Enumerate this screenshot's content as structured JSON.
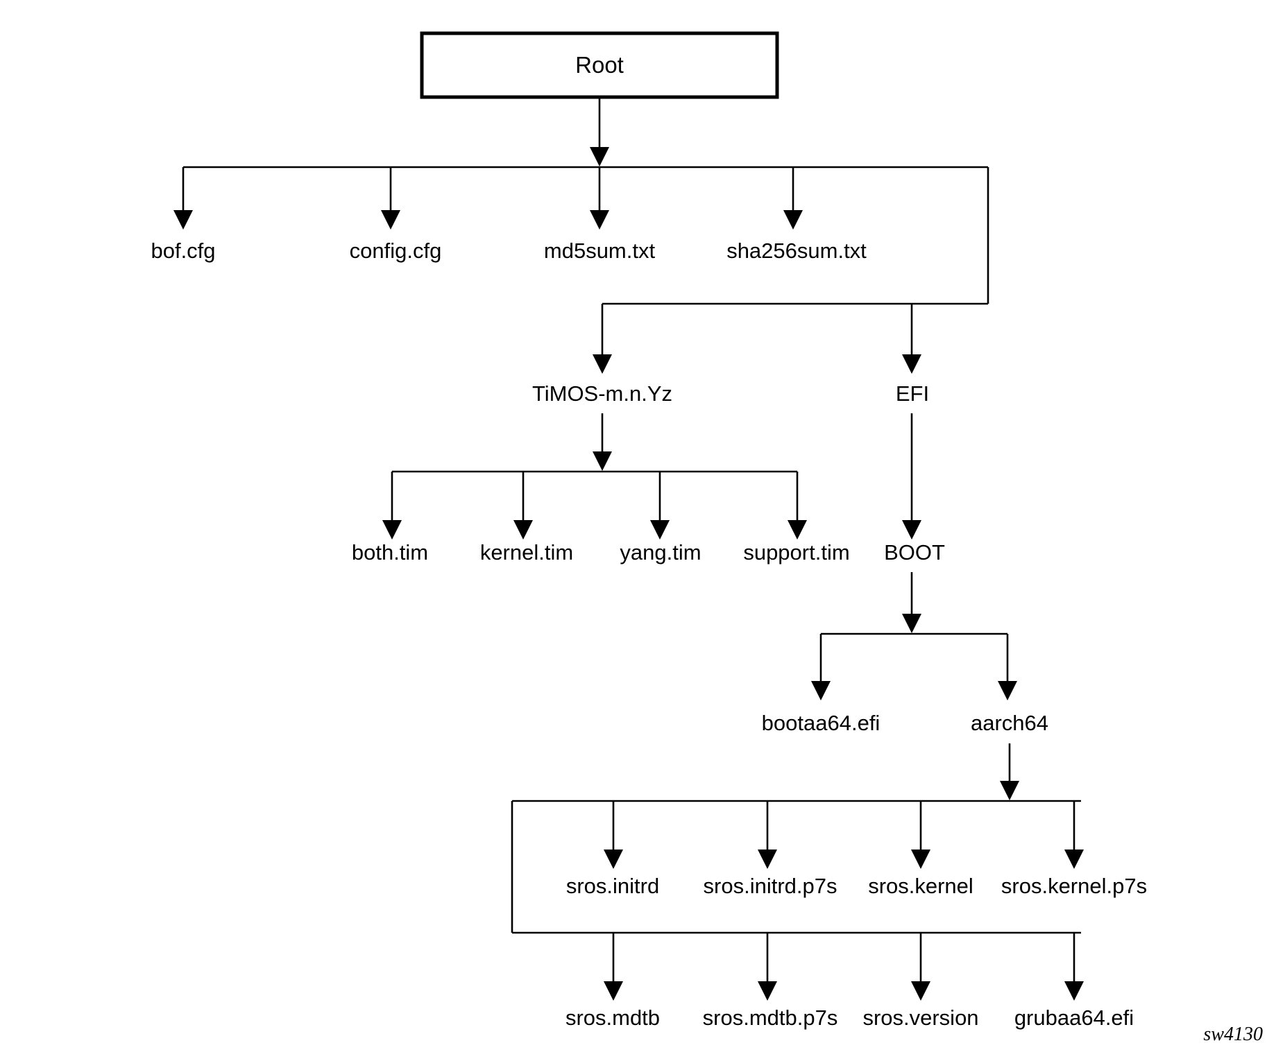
{
  "figure": {
    "id_label": "sw4130",
    "title": "Root",
    "background_color": "#ffffff",
    "line_color": "#000000"
  },
  "tree": {
    "root": {
      "label": "Root",
      "name": "root"
    },
    "level1": {
      "items": [
        {
          "label": "bof.cfg",
          "name": "bof-cfg"
        },
        {
          "label": "config.cfg",
          "name": "config-cfg"
        },
        {
          "label": "md5sum.txt",
          "name": "md5sum-txt"
        },
        {
          "label": "sha256sum.txt",
          "name": "sha256sum-txt"
        }
      ]
    },
    "level2": {
      "items": [
        {
          "label": "TiMOS-m.n.Yz",
          "name": "timos-dir"
        },
        {
          "label": "EFI",
          "name": "efi-dir"
        }
      ]
    },
    "timos_children": {
      "items": [
        {
          "label": "both.tim",
          "name": "both-tim"
        },
        {
          "label": "kernel.tim",
          "name": "kernel-tim"
        },
        {
          "label": "yang.tim",
          "name": "yang-tim"
        },
        {
          "label": "support.tim",
          "name": "support-tim"
        }
      ]
    },
    "efi_children": {
      "items": [
        {
          "label": "BOOT",
          "name": "boot-dir"
        }
      ]
    },
    "boot_children": {
      "items": [
        {
          "label": "bootaa64.efi",
          "name": "bootaa64-efi"
        },
        {
          "label": "aarch64",
          "name": "aarch64-dir"
        }
      ]
    },
    "aarch64_children_row1": {
      "items": [
        {
          "label": "sros.initrd",
          "name": "sros-initrd"
        },
        {
          "label": "sros.initrd.p7s",
          "name": "sros-initrd-p7s"
        },
        {
          "label": "sros.kernel",
          "name": "sros-kernel"
        },
        {
          "label": "sros.kernel.p7s",
          "name": "sros-kernel-p7s"
        }
      ]
    },
    "aarch64_children_row2": {
      "items": [
        {
          "label": "sros.mdtb",
          "name": "sros-mdtb"
        },
        {
          "label": "sros.mdtb.p7s",
          "name": "sros-mdtb-p7s"
        },
        {
          "label": "sros.version",
          "name": "sros-version"
        },
        {
          "label": "grubaa64.efi",
          "name": "grubaa64-efi"
        }
      ]
    }
  }
}
